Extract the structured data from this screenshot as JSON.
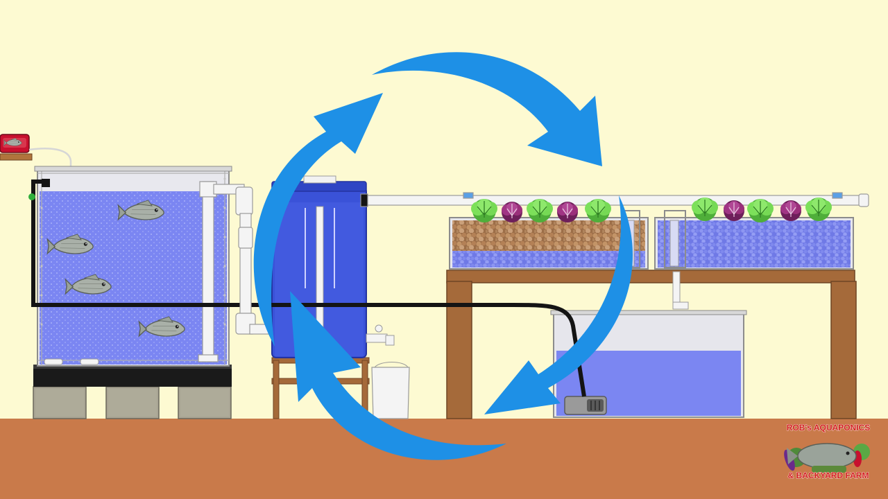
{
  "colors": {
    "background": "#fdfad2",
    "ground": "#c97a4a",
    "water": "#7b86f2",
    "water_light": "#9aa3f6",
    "tank_frame": "#9c9c9c",
    "pipe": "#f4f4f4",
    "pipe_stroke": "#9a9a9a",
    "drain_pipe": "#141414",
    "filter_barrel": "#3a52d8",
    "wood": "#a56a3a",
    "wood_dark": "#6e4424",
    "clay_pebbles": "#b98a60",
    "cycle_arrow": "#1e90e6",
    "lettuce": "#6cd94a",
    "red_cabbage": "#9a2f7a",
    "air_pump": "#c8102e",
    "concrete_block": "#a8a493",
    "pallet": "#1a1a1a",
    "logo_text": "#d21a1a"
  },
  "scene": {
    "components": [
      "air-pump",
      "fish-tank",
      "swirl-filter-barrel",
      "grow-bed-left",
      "grow-bed-right",
      "sump-tank",
      "water-pump",
      "bucket",
      "cycle-arrows"
    ],
    "fish_count": 5,
    "plants": [
      "lettuce",
      "red-cabbage",
      "lettuce",
      "red-cabbage",
      "lettuce",
      "lettuce",
      "red-cabbage",
      "lettuce",
      "red-cabbage",
      "lettuce"
    ]
  },
  "logo": {
    "line1": "ROB's AQUAPONICS",
    "line2": "& BACKYARD FARM"
  }
}
